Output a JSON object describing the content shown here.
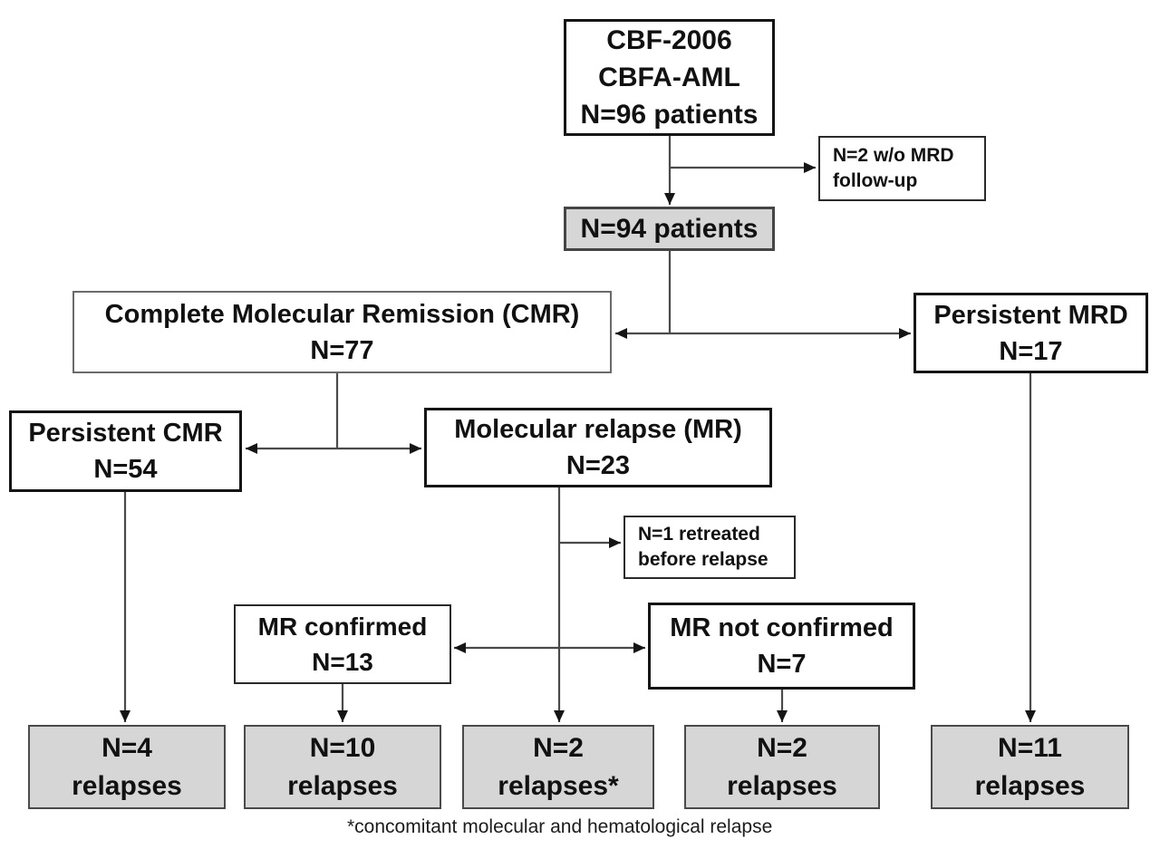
{
  "nodes": {
    "study": {
      "lines": [
        "CBF-2006",
        "CBFA-AML",
        "N=96 patients"
      ]
    },
    "no_mrd_followup": {
      "lines": [
        "N=2 w/o MRD",
        "follow-up"
      ]
    },
    "n94": {
      "lines": [
        "N=94 patients"
      ]
    },
    "cmr": {
      "lines": [
        "Complete Molecular Remission (CMR)",
        "N=77"
      ]
    },
    "persistent_mrd": {
      "lines": [
        "Persistent MRD",
        "N=17"
      ]
    },
    "persistent_cmr": {
      "lines": [
        "Persistent CMR",
        "N=54"
      ]
    },
    "molecular_relapse": {
      "lines": [
        "Molecular relapse (MR)",
        "N=23"
      ]
    },
    "retreated": {
      "lines": [
        "N=1 retreated",
        "before relapse"
      ]
    },
    "mr_confirmed": {
      "lines": [
        "MR confirmed",
        "N=13"
      ]
    },
    "mr_not_confirmed": {
      "lines": [
        "MR not confirmed",
        "N=7"
      ]
    },
    "relapses_persistent_cmr": {
      "lines": [
        "N=4",
        "relapses"
      ]
    },
    "relapses_mr_confirmed": {
      "lines": [
        "N=10",
        "relapses"
      ]
    },
    "relapses_molecular_relapse": {
      "lines": [
        "N=2",
        "relapses*"
      ]
    },
    "relapses_mr_not_confirmed": {
      "lines": [
        "N=2",
        "relapses"
      ]
    },
    "relapses_persistent_mrd": {
      "lines": [
        "N=11",
        "relapses"
      ]
    }
  },
  "footnote": "*concomitant molecular and hematological relapse",
  "colors": {
    "page_bg": "#ffffff",
    "node_fill_white": "#ffffff",
    "node_fill_gray": "#d6d6d6",
    "text_color": "#111111",
    "connector_color": "#4a4a4a",
    "arrowhead_color": "#151515"
  }
}
